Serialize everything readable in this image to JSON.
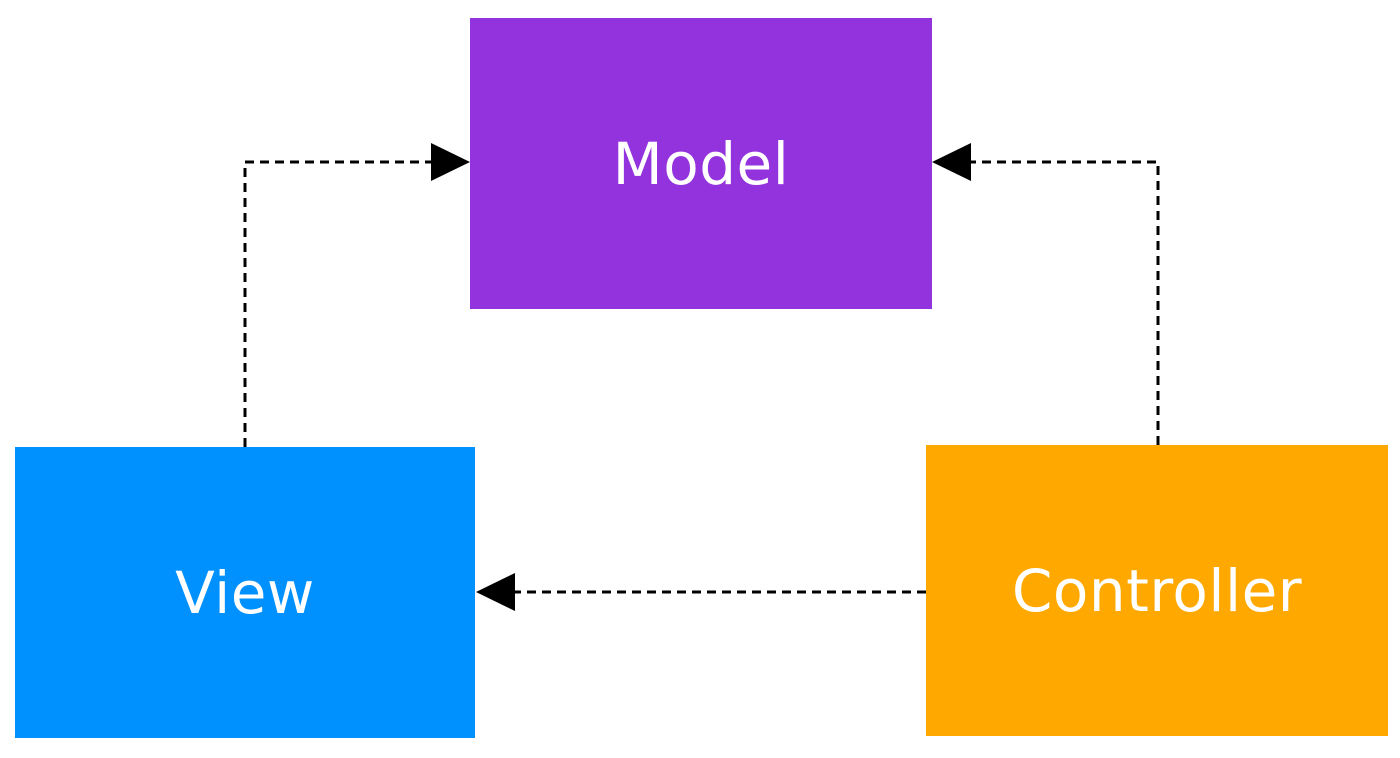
{
  "nodes": {
    "model": {
      "label": "Model",
      "color": "#9333dd"
    },
    "view": {
      "label": "View",
      "color": "#0091fe"
    },
    "controller": {
      "label": "Controller",
      "color": "#fea800"
    }
  },
  "edges": [
    {
      "from": "view",
      "to": "model",
      "style": "dashed"
    },
    {
      "from": "controller",
      "to": "model",
      "style": "dashed"
    },
    {
      "from": "controller",
      "to": "view",
      "style": "dashed"
    }
  ],
  "colors": {
    "background": "#ffffff",
    "connector": "#000000",
    "label": "#ffffff"
  }
}
